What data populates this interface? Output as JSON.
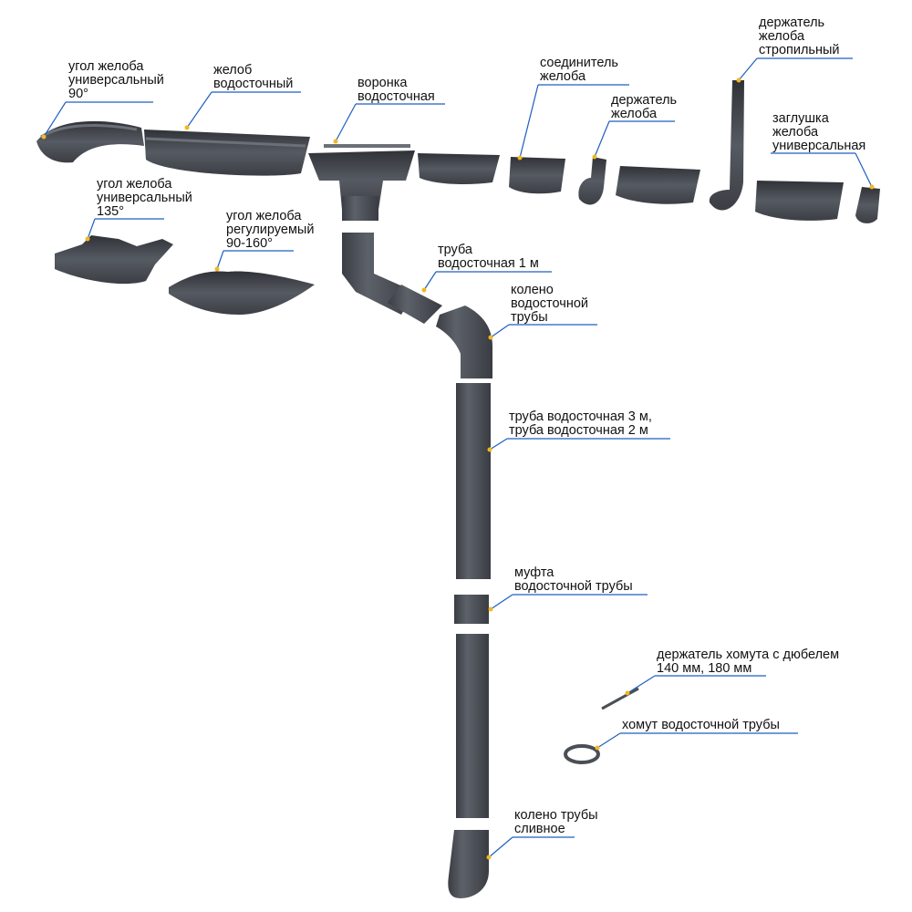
{
  "colors": {
    "part": "#4a4e55",
    "part_dark": "#33363c",
    "part_light": "#6b7078",
    "leader": "#1f5fbf",
    "marker": "#f2b81e",
    "text": "#111111"
  },
  "labels": {
    "corner90": [
      "угол желоба",
      "универсальный",
      "90°"
    ],
    "gutter": [
      "желоб",
      "водосточный"
    ],
    "funnel": [
      "воронка",
      "водосточная"
    ],
    "connector": [
      "соединитель",
      "желоба"
    ],
    "holder": [
      "держатель",
      "желоба"
    ],
    "rafter_holder": [
      "держатель",
      "желоба",
      "стропильный"
    ],
    "end_cap": [
      "заглушка",
      "желоба",
      "универсальная"
    ],
    "corner135": [
      "угол желоба",
      "универсальный",
      "135°"
    ],
    "corner_adj": [
      "угол желоба",
      "регулируемый",
      "90-160°"
    ],
    "pipe1m": [
      "труба",
      "водосточная 1 м"
    ],
    "elbow": [
      "колено",
      "водосточной",
      "трубы"
    ],
    "pipe32": [
      "труба водосточная 3 м,",
      "труба водосточная 2 м"
    ],
    "coupling": [
      "муфта",
      "водосточной трубы"
    ],
    "clamp_holder": [
      "держатель хомута с дюбелем",
      "140 мм, 180 мм"
    ],
    "clamp": [
      "хомут водосточной трубы"
    ],
    "outlet": [
      "колено трубы",
      "сливное"
    ]
  }
}
